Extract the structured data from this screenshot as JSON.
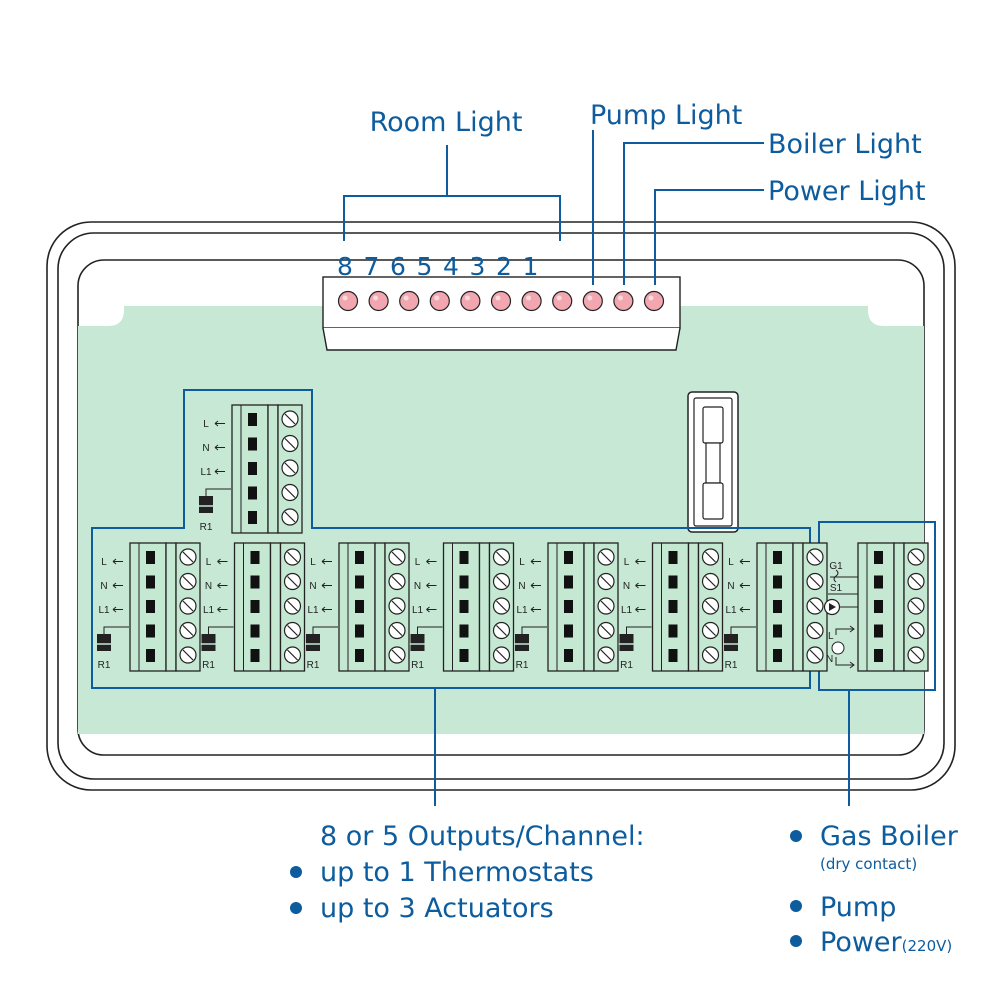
{
  "colors": {
    "accent": "#0d5c9e",
    "board": "#c8e8d6",
    "led": "#f2a7b0",
    "terminal_block": "#c4e8d2"
  },
  "callouts": {
    "room_light": "Room Light",
    "pump_light": "Pump Light",
    "boiler_light": "Boiler Light",
    "power_light": "Power Light"
  },
  "led_numbers": [
    "8",
    "7",
    "6",
    "5",
    "4",
    "3",
    "2",
    "1"
  ],
  "terminal_labels": [
    "L",
    "N",
    "L1"
  ],
  "relay_label": "R1",
  "boiler_terminal_labels": {
    "g1": "G1",
    "s1": "S1",
    "l": "L",
    "n": "N"
  },
  "outputs_note": {
    "heading": "8 or 5 Outputs/Channel:",
    "bullets": [
      "up to 1 Thermostats",
      "up to 3 Actuators"
    ]
  },
  "boiler_note": {
    "gas_boiler": "Gas Boiler",
    "dry_contact": "(dry contact)",
    "pump": "Pump",
    "power": "Power",
    "power_voltage": "(220V)"
  }
}
